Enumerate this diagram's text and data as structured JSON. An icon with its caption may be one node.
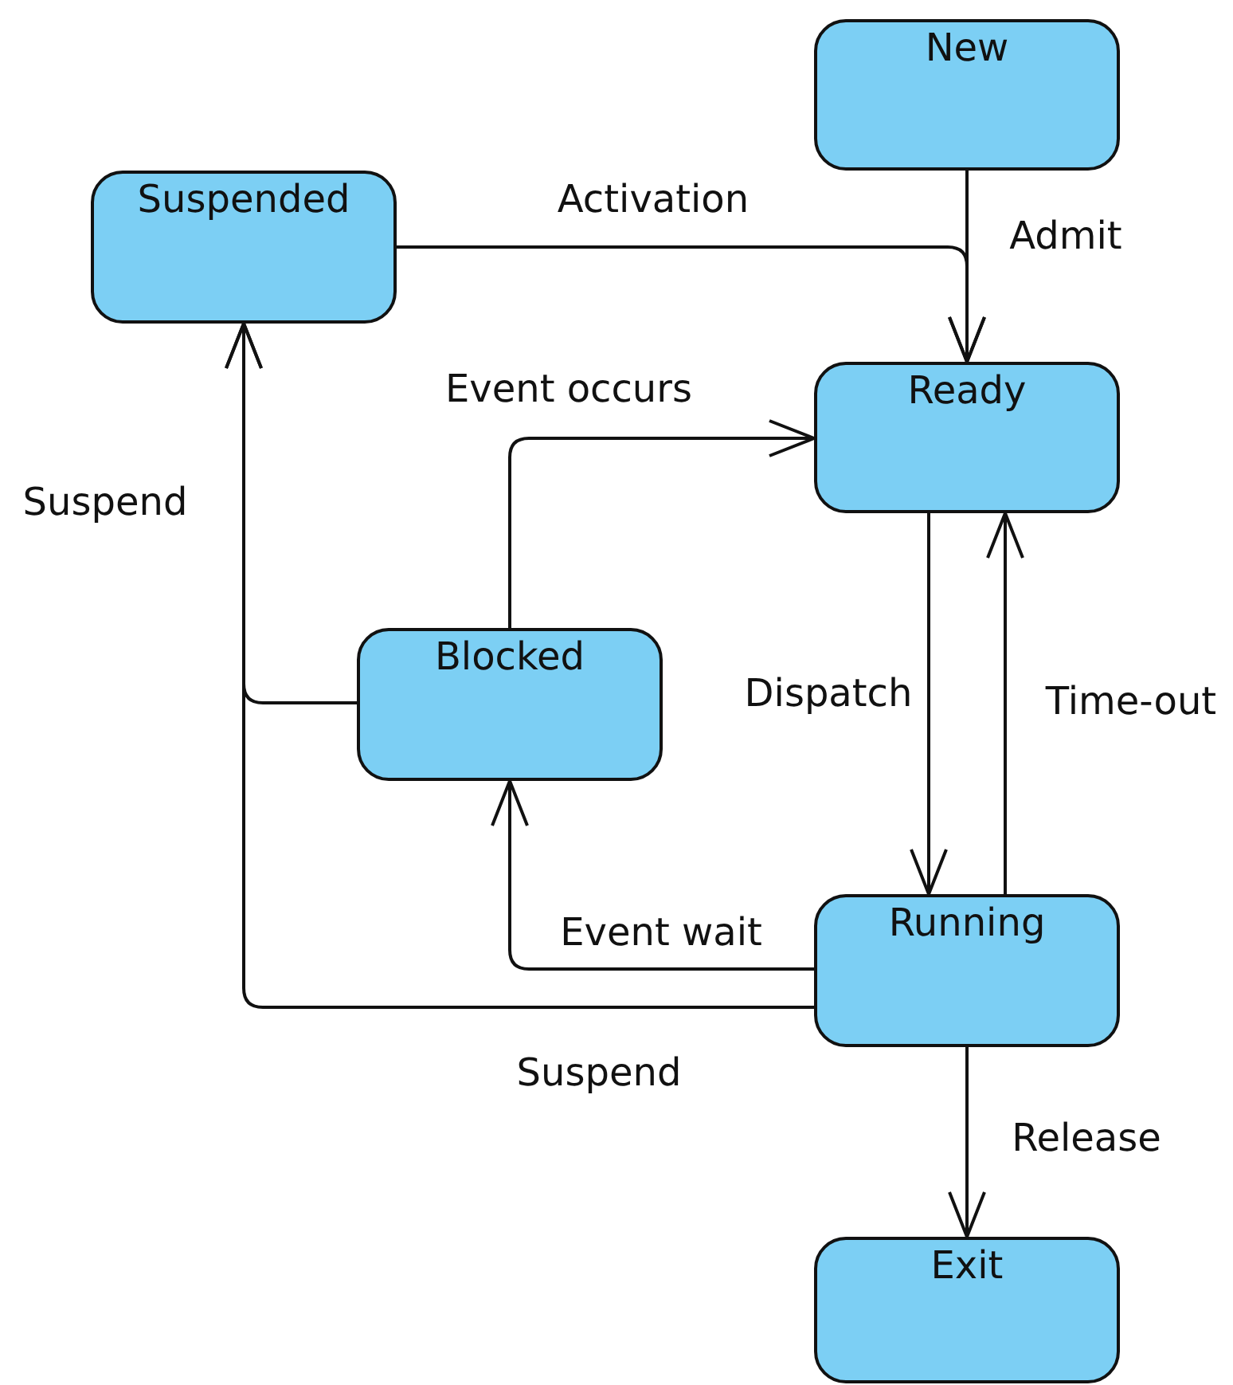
{
  "diagram": {
    "nodes": [
      {
        "text": [
          "New"
        ]
      },
      {
        "text": [
          "Suspended"
        ]
      },
      {
        "text": [
          "Ready"
        ]
      },
      {
        "text": [
          "Blocked"
        ]
      },
      {
        "text": [
          "Running"
        ]
      },
      {
        "text": [
          "Exit"
        ]
      }
    ],
    "edges": [
      {
        "from": 0,
        "to": 2,
        "arrow": "to",
        "label": "Admit"
      },
      {
        "from": 1,
        "to": 2,
        "arrow": "to",
        "label": "Activation"
      },
      {
        "from": 3,
        "to": 2,
        "arrow": "to",
        "label": "Event occurs"
      },
      {
        "from": 2,
        "to": 4,
        "arrow": "to",
        "label": "Dispatch"
      },
      {
        "from": 4,
        "to": 2,
        "arrow": "to",
        "label": "Time-out"
      },
      {
        "from": 3,
        "to": 1,
        "arrow": "to",
        "label": "Suspend"
      },
      {
        "from": 4,
        "to": 3,
        "arrow": "to",
        "label": "Event wait"
      },
      {
        "from": 4,
        "to": 1,
        "arrow": "to",
        "label": "Suspend"
      },
      {
        "from": 4,
        "to": 5,
        "arrow": "to",
        "label": "Release"
      }
    ]
  }
}
